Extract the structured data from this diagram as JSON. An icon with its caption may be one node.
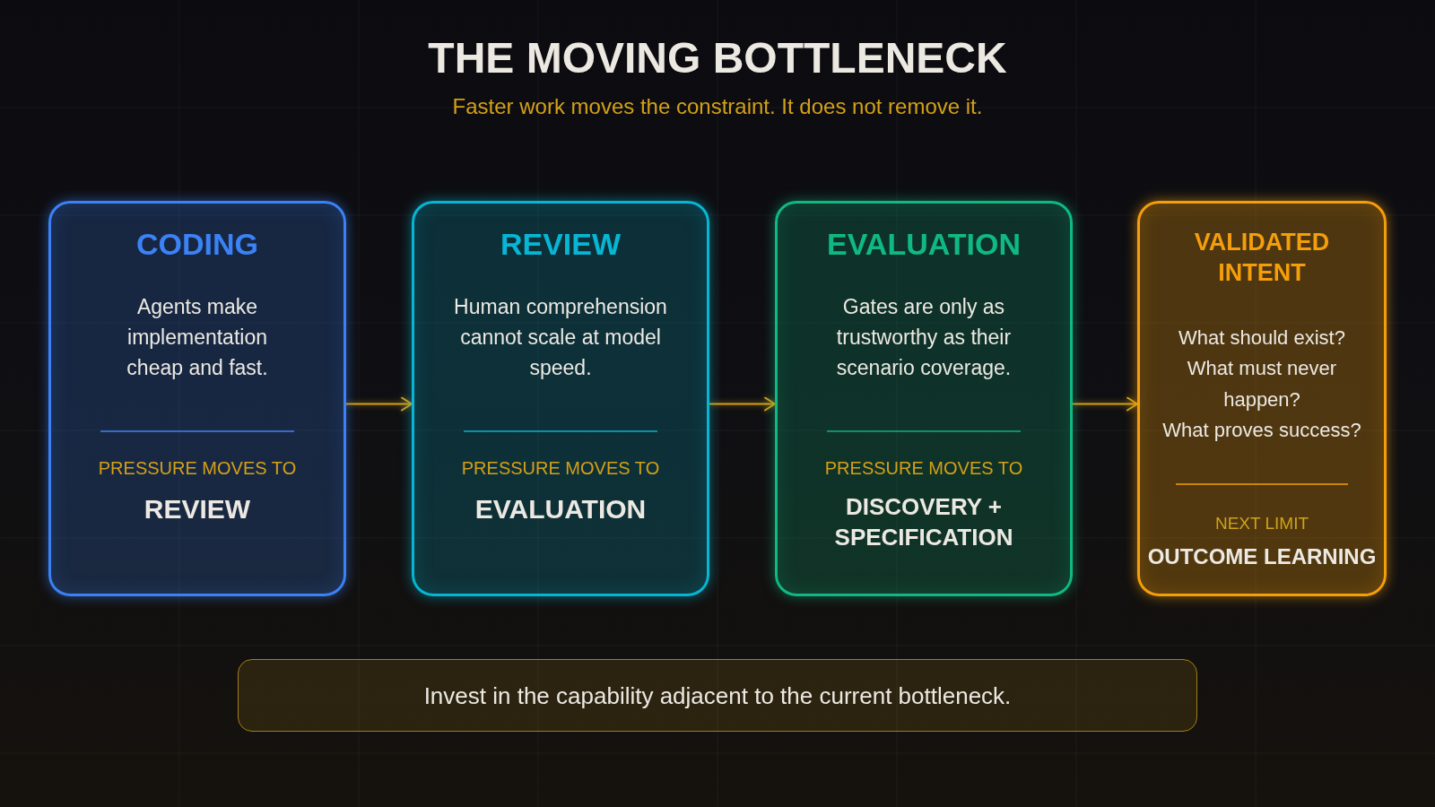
{
  "diagram": {
    "title": "THE MOVING BOTTLENECK",
    "nodes": [
      {
        "text": [
          "CODING",
          "Agents make implementation cheap and fast.",
          "PRESSURE MOVES TO",
          "REVIEW"
        ]
      },
      {
        "text": [
          "REVIEW",
          "Human comprehension cannot scale at model speed.",
          "PRESSURE MOVES TO",
          "EVALUATION"
        ]
      },
      {
        "text": [
          "EVALUATION",
          "Gates are only as trustworthy as their scenario coverage.",
          "PRESSURE MOVES TO",
          "DISCOVERY + SPECIFICATION"
        ]
      },
      {
        "text": [
          "VALIDATED INTENT",
          "What should exist?",
          "What must never happen?",
          "What proves success?",
          "NEXT LIMIT",
          "OUTCOME LEARNING"
        ]
      },
      {
        "text": [
          "Invest in the capability adjacent to the current bottleneck."
        ]
      }
    ],
    "edges": [
      {
        "from": 0,
        "to": 1,
        "arrow": "to"
      },
      {
        "from": 1,
        "to": 2,
        "arrow": "to"
      },
      {
        "from": 2,
        "to": 3,
        "arrow": "to"
      }
    ],
    "labels": [
      "Faster work moves the constraint. It does not remove it."
    ]
  }
}
